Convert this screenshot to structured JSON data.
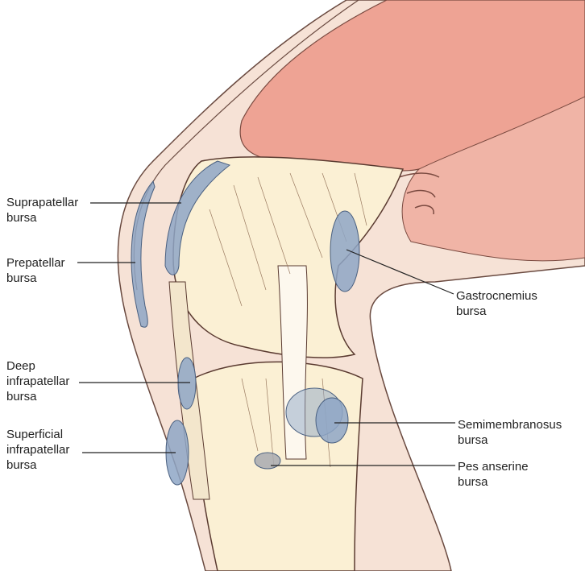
{
  "labels": {
    "suprapatellar": [
      "Suprapatellar",
      "bursa"
    ],
    "prepatellar": [
      "Prepatellar",
      "bursa"
    ],
    "deep_infrapatellar": [
      "Deep",
      "infrapatellar",
      "bursa"
    ],
    "superficial_infrapatellar": [
      "Superficial",
      "infrapatellar",
      "bursa"
    ],
    "gastrocnemius": [
      "Gastrocnemius",
      "bursa"
    ],
    "semimembranosus": [
      "Semimembranosus",
      "bursa"
    ],
    "pes_anserine": [
      "Pes anserine",
      "bursa"
    ]
  },
  "colors": {
    "skin": "#f6e2d6",
    "muscle": "#eea394",
    "bone": "#fbf0d4",
    "bursa": "#8ea6c6",
    "line": "#5a3a30"
  }
}
